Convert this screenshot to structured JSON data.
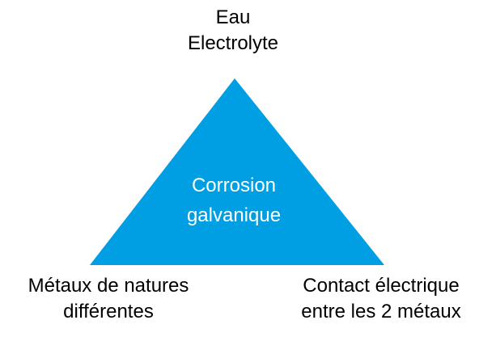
{
  "top_label": {
    "line1": "Eau",
    "line2": "Electrolyte"
  },
  "center_label": {
    "line1": "Corrosion",
    "line2": "galvanique"
  },
  "bottom_left_label": {
    "line1": "Métaux de natures",
    "line2": "différentes"
  },
  "bottom_right_label": {
    "line1": "Contact électrique",
    "line2": "entre les 2 métaux"
  },
  "colors": {
    "triangle_fill": "#009EE2",
    "label_text": "#000000",
    "triangle_text": "#FFFFFF"
  }
}
